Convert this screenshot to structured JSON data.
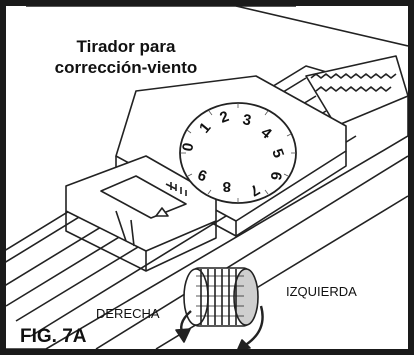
{
  "title": "Tirador para corrección-viento",
  "label_left": "DERECHA",
  "label_right": "IZQUIERDA",
  "figure_label": "FIG. 7A",
  "dial_numbers": [
    "0",
    "1",
    "2",
    "3",
    "4",
    "5",
    "6",
    "7",
    "8",
    "9"
  ]
}
